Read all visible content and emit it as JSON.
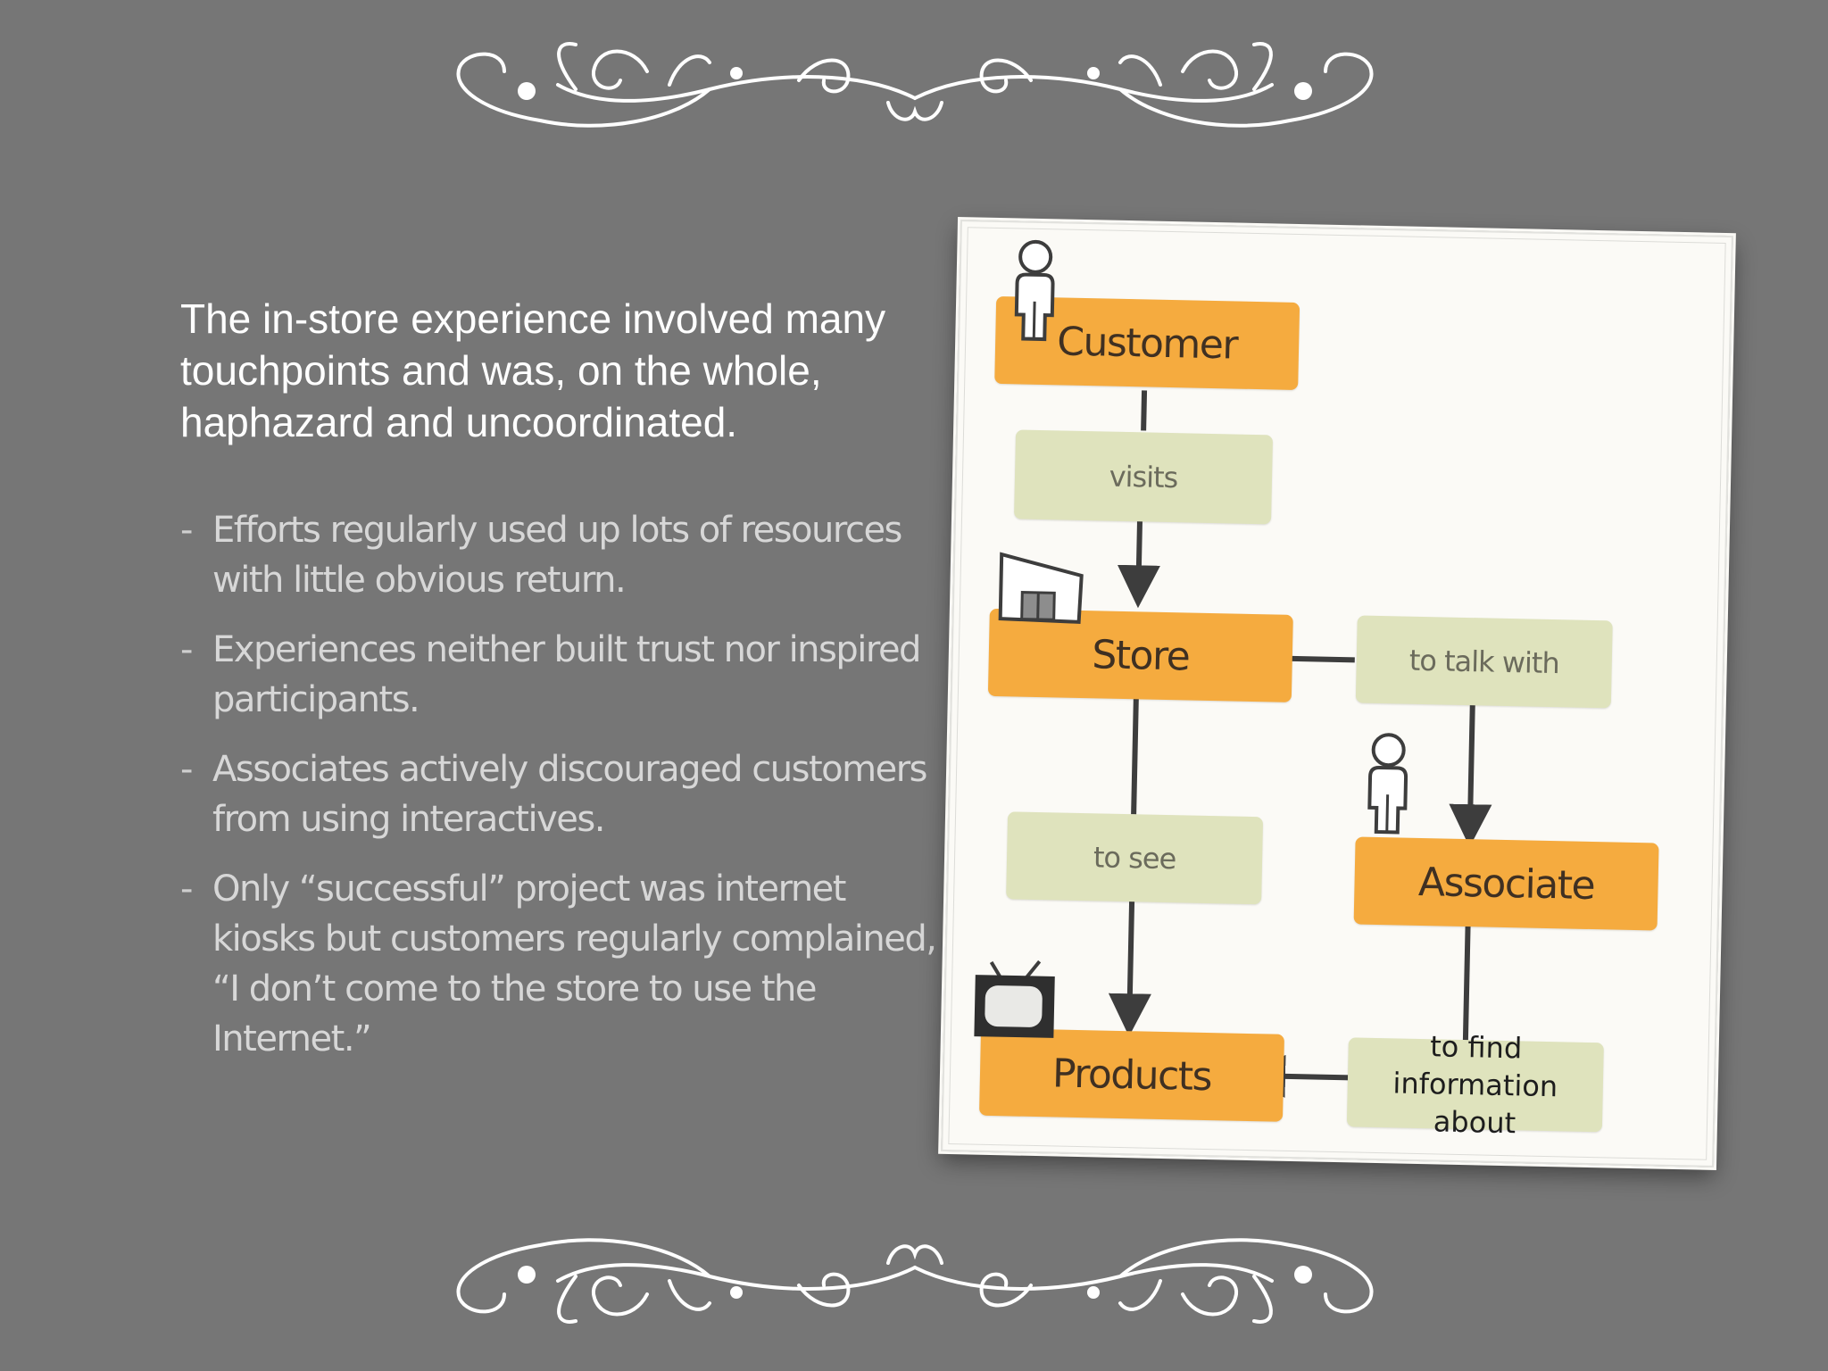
{
  "headline": "The in-store experience involved many touchpoints and was, on the whole, haphazard and uncoordinated.",
  "bullets": [
    "Efforts regularly used up lots of resources with little obvious return.",
    "Experiences neither built trust nor inspired participants.",
    "Associates actively discouraged customers from using interactives.",
    "Only “successful” project was internet kiosks but customers regularly complained, “I don’t come to the store to use the Internet.”"
  ],
  "bullet_marker": "-",
  "diagram": {
    "nodes": {
      "customer": "Customer",
      "store": "Store",
      "associate": "Associate",
      "products": "Products"
    },
    "edges": {
      "visits": "visits",
      "to_talk_with": "to talk with",
      "to_see": "to see",
      "to_find_line1": "to find",
      "to_find_line2": "information about"
    },
    "icons": {
      "customer": "person-icon",
      "store": "store-icon",
      "associate": "person-icon",
      "products": "tv-icon"
    },
    "colors": {
      "node": "#f5ab3f",
      "edge_label": "#dfe3bd",
      "connector": "#3d3d3d"
    }
  },
  "colors": {
    "background": "#767676",
    "headline_text": "#ffffff",
    "bullet_text": "#d7d7d7"
  }
}
